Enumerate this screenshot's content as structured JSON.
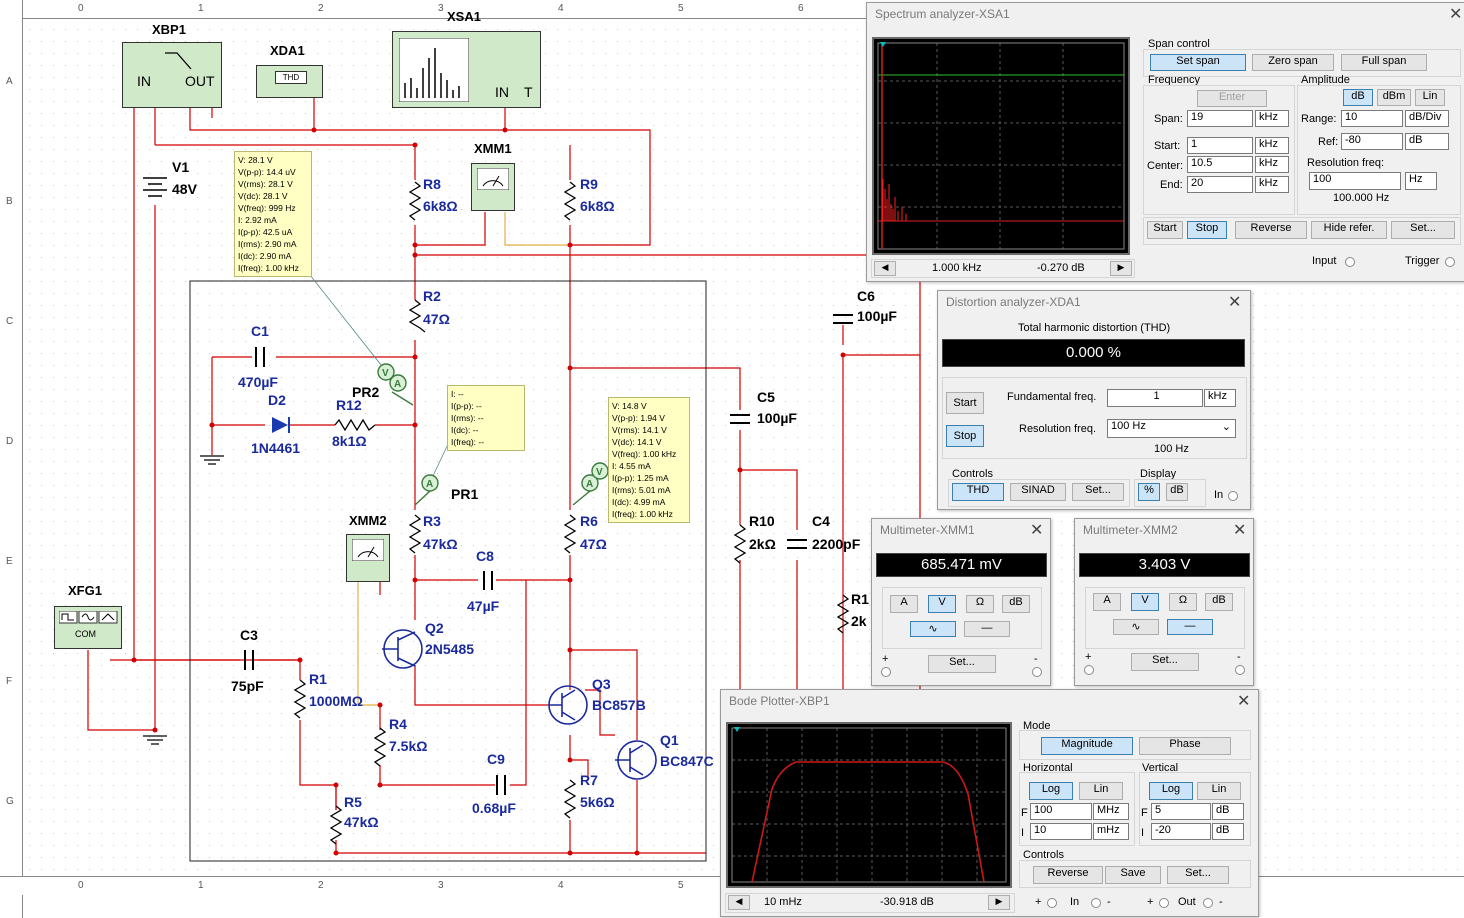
{
  "rulers": {
    "top": [
      "0",
      "1",
      "2",
      "3",
      "4",
      "5",
      "6"
    ],
    "side": [
      "A",
      "B",
      "C",
      "D",
      "E",
      "F",
      "G"
    ],
    "bottom": [
      "0",
      "1",
      "2",
      "3",
      "4",
      "5"
    ]
  },
  "instruments": {
    "xbp1": {
      "name": "XBP1",
      "in": "IN",
      "out": "OUT"
    },
    "xda1": {
      "name": "XDA1",
      "screen": "THD"
    },
    "xsa1": {
      "name": "XSA1",
      "in": "IN",
      "t": "T"
    },
    "xmm1": {
      "name": "XMM1"
    },
    "xmm2": {
      "name": "XMM2"
    },
    "xfg1": {
      "name": "XFG1",
      "com": "COM"
    }
  },
  "components": {
    "v1": {
      "ref": "V1",
      "value": "48V"
    },
    "r8": {
      "ref": "R8",
      "value": "6k8Ω"
    },
    "r9": {
      "ref": "R9",
      "value": "6k8Ω"
    },
    "r2": {
      "ref": "R2",
      "value": "47Ω"
    },
    "c1": {
      "ref": "C1",
      "value": "470µF"
    },
    "d2": {
      "ref": "D2",
      "value": "1N4461"
    },
    "r12": {
      "ref": "R12",
      "value": "8k1Ω"
    },
    "pr2": {
      "ref": "PR2"
    },
    "pr1": {
      "ref": "PR1"
    },
    "r3": {
      "ref": "R3",
      "value": "47kΩ"
    },
    "c8": {
      "ref": "C8",
      "value": "47µF"
    },
    "q2": {
      "ref": "Q2",
      "value": "2N5485"
    },
    "c3": {
      "ref": "C3",
      "value": "75pF"
    },
    "r1": {
      "ref": "R1",
      "value": "1000MΩ"
    },
    "r4": {
      "ref": "R4",
      "value": "7.5kΩ"
    },
    "c9": {
      "ref": "C9",
      "value": "0.68µF"
    },
    "r5": {
      "ref": "R5",
      "value": "47kΩ"
    },
    "r6": {
      "ref": "R6",
      "value": "47Ω"
    },
    "q3": {
      "ref": "Q3",
      "value": "BC857B"
    },
    "q1": {
      "ref": "Q1",
      "value": "BC847C"
    },
    "r7": {
      "ref": "R7",
      "value": "5k6Ω"
    },
    "c5": {
      "ref": "C5",
      "value": "100µF"
    },
    "r10": {
      "ref": "R10",
      "value": "2kΩ"
    },
    "c4": {
      "ref": "C4",
      "value": "2200pF"
    },
    "c6": {
      "ref": "C6",
      "value": "100µF"
    },
    "r11": {
      "ref": "R1",
      "value": "2k"
    }
  },
  "probes": {
    "pr2_box": [
      "V: 28.1 V",
      "V(p-p): 14.4 uV",
      "V(rms): 28.1 V",
      "V(dc): 28.1 V",
      "V(freq): 999 Hz",
      "I: 2.92 mA",
      "I(p-p): 42.5 uA",
      "I(rms): 2.90 mA",
      "I(dc): 2.90 mA",
      "I(freq): 1.00 kHz"
    ],
    "pr1_box": [
      "I: --",
      "I(p-p): --",
      "I(rms): --",
      "I(dc): --",
      "I(freq): --"
    ],
    "r6_box": [
      "V: 14.8 V",
      "V(p-p): 1.94 V",
      "V(rms): 14.1 V",
      "V(dc): 14.1 V",
      "V(freq): 1.00 kHz",
      "I: 4.55 mA",
      "I(p-p): 1.25 mA",
      "I(rms): 5.01 mA",
      "I(dc): 4.99 mA",
      "I(freq): 1.00 kHz"
    ]
  },
  "spectrum": {
    "title": "Spectrum analyzer-XSA1",
    "span_control": "Span control",
    "set_span": "Set span",
    "zero_span": "Zero span",
    "full_span": "Full span",
    "frequency": "Frequency",
    "enter": "Enter",
    "span_label": "Span:",
    "span_val": "19",
    "span_unit": "kHz",
    "start_label": "Start:",
    "start_val": "1",
    "start_unit": "kHz",
    "center_label": "Center:",
    "center_val": "10.5",
    "center_unit": "kHz",
    "end_label": "End:",
    "end_val": "20",
    "end_unit": "kHz",
    "amplitude": "Amplitude",
    "db": "dB",
    "dbm": "dBm",
    "lin": "Lin",
    "range_label": "Range:",
    "range_val": "10",
    "range_unit": "dB/Div",
    "ref_label": "Ref:",
    "ref_val": "-80",
    "ref_unit": "dB",
    "res_freq": "Resolution freq:",
    "res_val": "100",
    "res_unit": "Hz",
    "res_display": "100.000 Hz",
    "start": "Start",
    "stop": "Stop",
    "reverse": "Reverse",
    "hide_refer": "Hide refer.",
    "set": "Set...",
    "cursor_freq": "1.000 kHz",
    "cursor_db": "-0.270 dB",
    "input": "Input",
    "trigger": "Trigger"
  },
  "distortion": {
    "title": "Distortion analyzer-XDA1",
    "thd_label": "Total harmonic distortion (THD)",
    "thd_value": "0.000 %",
    "start": "Start",
    "stop": "Stop",
    "fund_label": "Fundamental freq.",
    "fund_val": "1",
    "fund_unit": "kHz",
    "res_label": "Resolution freq.",
    "res_select": "100 Hz",
    "res_display": "100 Hz",
    "controls": "Controls",
    "thd": "THD",
    "sinad": "SINAD",
    "set": "Set...",
    "display": "Display",
    "pct": "%",
    "db": "dB",
    "in": "In"
  },
  "xmm1_win": {
    "title": "Multimeter-XMM1",
    "reading": "685.471 mV",
    "a": "A",
    "v": "V",
    "ohm": "Ω",
    "db": "dB",
    "set": "Set...",
    "plus": "+",
    "minus": "-"
  },
  "xmm2_win": {
    "title": "Multimeter-XMM2",
    "reading": "3.403 V",
    "a": "A",
    "v": "V",
    "ohm": "Ω",
    "db": "dB",
    "set": "Set...",
    "plus": "+",
    "minus": "-"
  },
  "bode": {
    "title": "Bode Plotter-XBP1",
    "mode": "Mode",
    "magnitude": "Magnitude",
    "phase": "Phase",
    "horizontal": "Horizontal",
    "vertical": "Vertical",
    "log": "Log",
    "lin": "Lin",
    "hf_label": "F",
    "hf_val": "100",
    "hf_unit": "MHz",
    "hi_label": "I",
    "hi_val": "10",
    "hi_unit": "mHz",
    "vf_label": "F",
    "vf_val": "5",
    "vf_unit": "dB",
    "vi_label": "I",
    "vi_val": "-20",
    "vi_unit": "dB",
    "controls": "Controls",
    "reverse": "Reverse",
    "save": "Save",
    "set": "Set...",
    "cursor_freq": "10 mHz",
    "cursor_db": "-30.918 dB",
    "plus": "+",
    "in": "In",
    "minus": "-",
    "out": "Out"
  },
  "colors": {
    "wire": "#d40000",
    "label": "#1a2a9c",
    "instrument": "#cfe9c9",
    "probe": "#ffffc4",
    "spectrum_trace": "#ff2020",
    "bode_trace": "#cc1818"
  }
}
